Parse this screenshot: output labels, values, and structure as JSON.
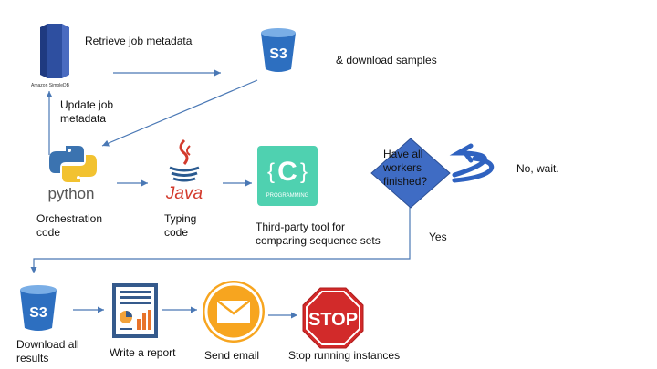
{
  "icons": {
    "simpledb": {
      "name": "amazon-simpledb-icon",
      "caption": "Amazon SimpleDB"
    },
    "s3_top": {
      "name": "s3-bucket-icon",
      "text": "S3"
    },
    "python": {
      "name": "python-logo",
      "text": "python"
    },
    "java": {
      "name": "java-logo",
      "text": "Java"
    },
    "c_tool": {
      "name": "c-programming-icon",
      "letter": "C",
      "caption": "PROGRAMMING"
    },
    "s3_bottom": {
      "name": "s3-bucket-icon",
      "text": "S3"
    },
    "report": {
      "name": "report-document-icon"
    },
    "email": {
      "name": "email-envelope-icon"
    },
    "stop": {
      "name": "stop-sign-icon",
      "text": "STOP"
    }
  },
  "labels": {
    "retrieve": "Retrieve job metadata",
    "download_samples": "& download samples",
    "update_line1": "Update job",
    "update_line2": "metadata",
    "orch_line1": "Orchestration",
    "orch_line2": "code",
    "typing_line1": "Typing",
    "typing_line2": "code",
    "third_line1": "Third-party tool for",
    "third_line2": "comparing sequence sets",
    "decision_line1": "Have all",
    "decision_line2": "workers",
    "decision_line3": "finished?",
    "no_wait": "No, wait.",
    "yes": "Yes",
    "download_line1": "Download all",
    "download_line2": "results",
    "write_report": "Write a report",
    "send_email": "Send email",
    "stop_instances": "Stop running instances"
  },
  "colors": {
    "arrow": "#4a78b5",
    "s3": "#2d6fc0",
    "simpledb": "#2e4fa0",
    "decision": "#3f6cc4",
    "c_tool": "#4fd1b0",
    "email": "#f7a51f",
    "stop": "#d22a2a",
    "java": "#d33a2c",
    "report": "#355a8c"
  }
}
